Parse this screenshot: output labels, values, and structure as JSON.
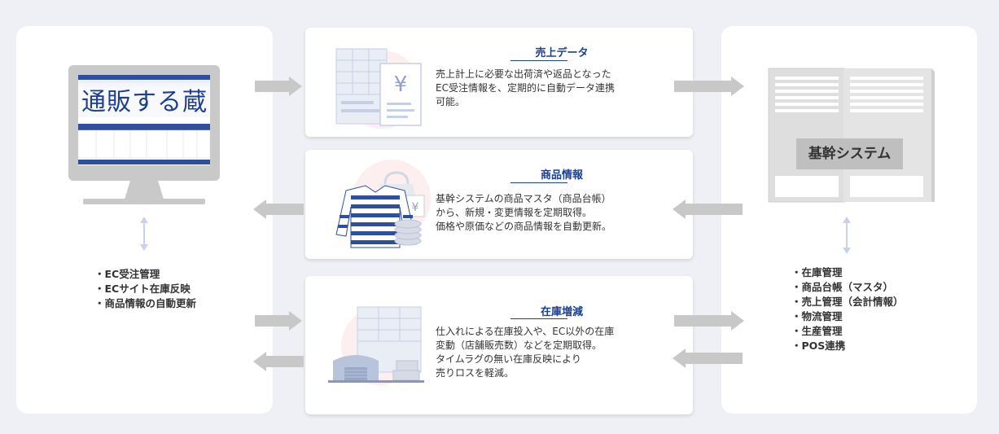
{
  "left_system": {
    "monitor_logo": "通販する蔵",
    "features": [
      "・EC受注管理",
      "・ECサイト在庫反映",
      "・商品情報の自動更新"
    ]
  },
  "right_system": {
    "label": "基幹システム",
    "features": [
      "・在庫管理",
      "・商品台帳（マスタ）",
      "・売上管理（会計情報）",
      "・物流管理",
      "・生産管理",
      "・POS連携"
    ]
  },
  "cards": {
    "sales": {
      "title": "売上データ",
      "lines": [
        "売上計上に必要な出荷済や返品となった",
        "EC受注情報を、定期的に自動データ連携",
        "可能。"
      ]
    },
    "product": {
      "title": "商品情報",
      "lines": [
        "基幹システムの商品マスタ（商品台帳）",
        "から、新規・変更情報を定期取得。",
        "価格や原価などの商品情報を自動更新。"
      ]
    },
    "stock": {
      "title": "在庫増減",
      "lines": [
        "仕入れによる在庫投入や、EC以外の在庫",
        "変動（店舗販売数）などを定期取得。",
        "タイムラグの無い在庫反映により",
        "売りロスを軽減。"
      ]
    }
  },
  "colors": {
    "accent": "#1d3f8f",
    "arrow": "#c8c8c8",
    "background": "#eef0f5"
  }
}
